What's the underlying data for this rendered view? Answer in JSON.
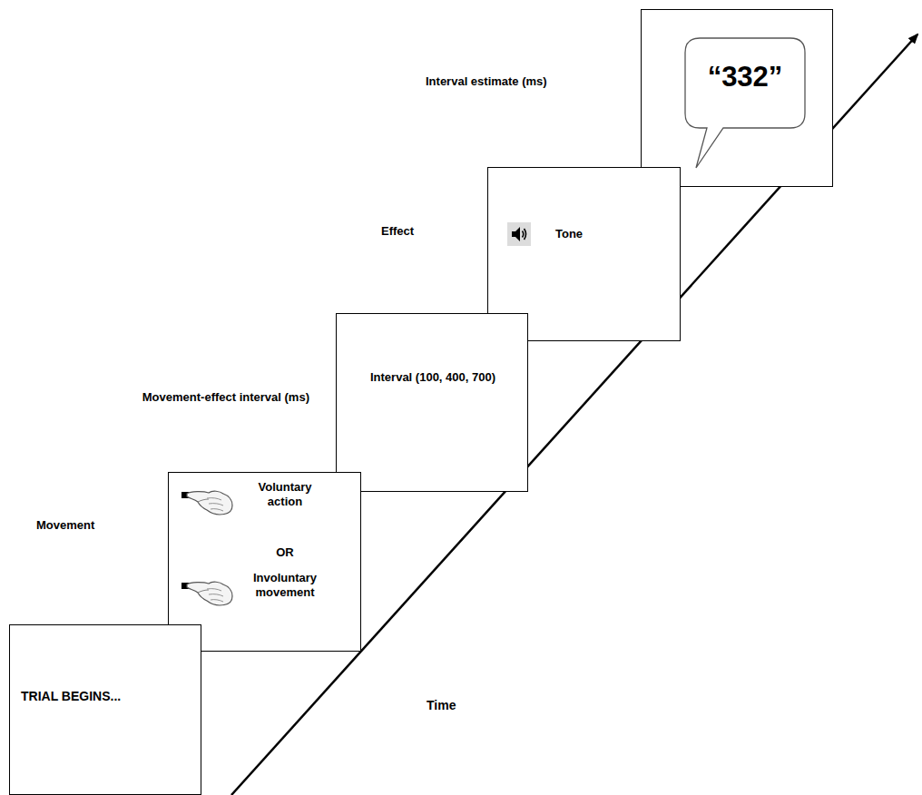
{
  "diagram": {
    "nodes": [
      {
        "text": [
          "TRIAL BEGINS..."
        ]
      },
      {
        "text": [
          "Movement",
          "Voluntary action",
          "OR",
          "Involuntary movement"
        ]
      },
      {
        "text": [
          "Movement-effect interval (ms)",
          "Interval (100, 400, 700)"
        ]
      },
      {
        "text": [
          "Effect",
          "Tone"
        ]
      },
      {
        "text": [
          "Interval estimate (ms)",
          "“332”"
        ]
      }
    ],
    "labels": [
      "Time"
    ]
  }
}
